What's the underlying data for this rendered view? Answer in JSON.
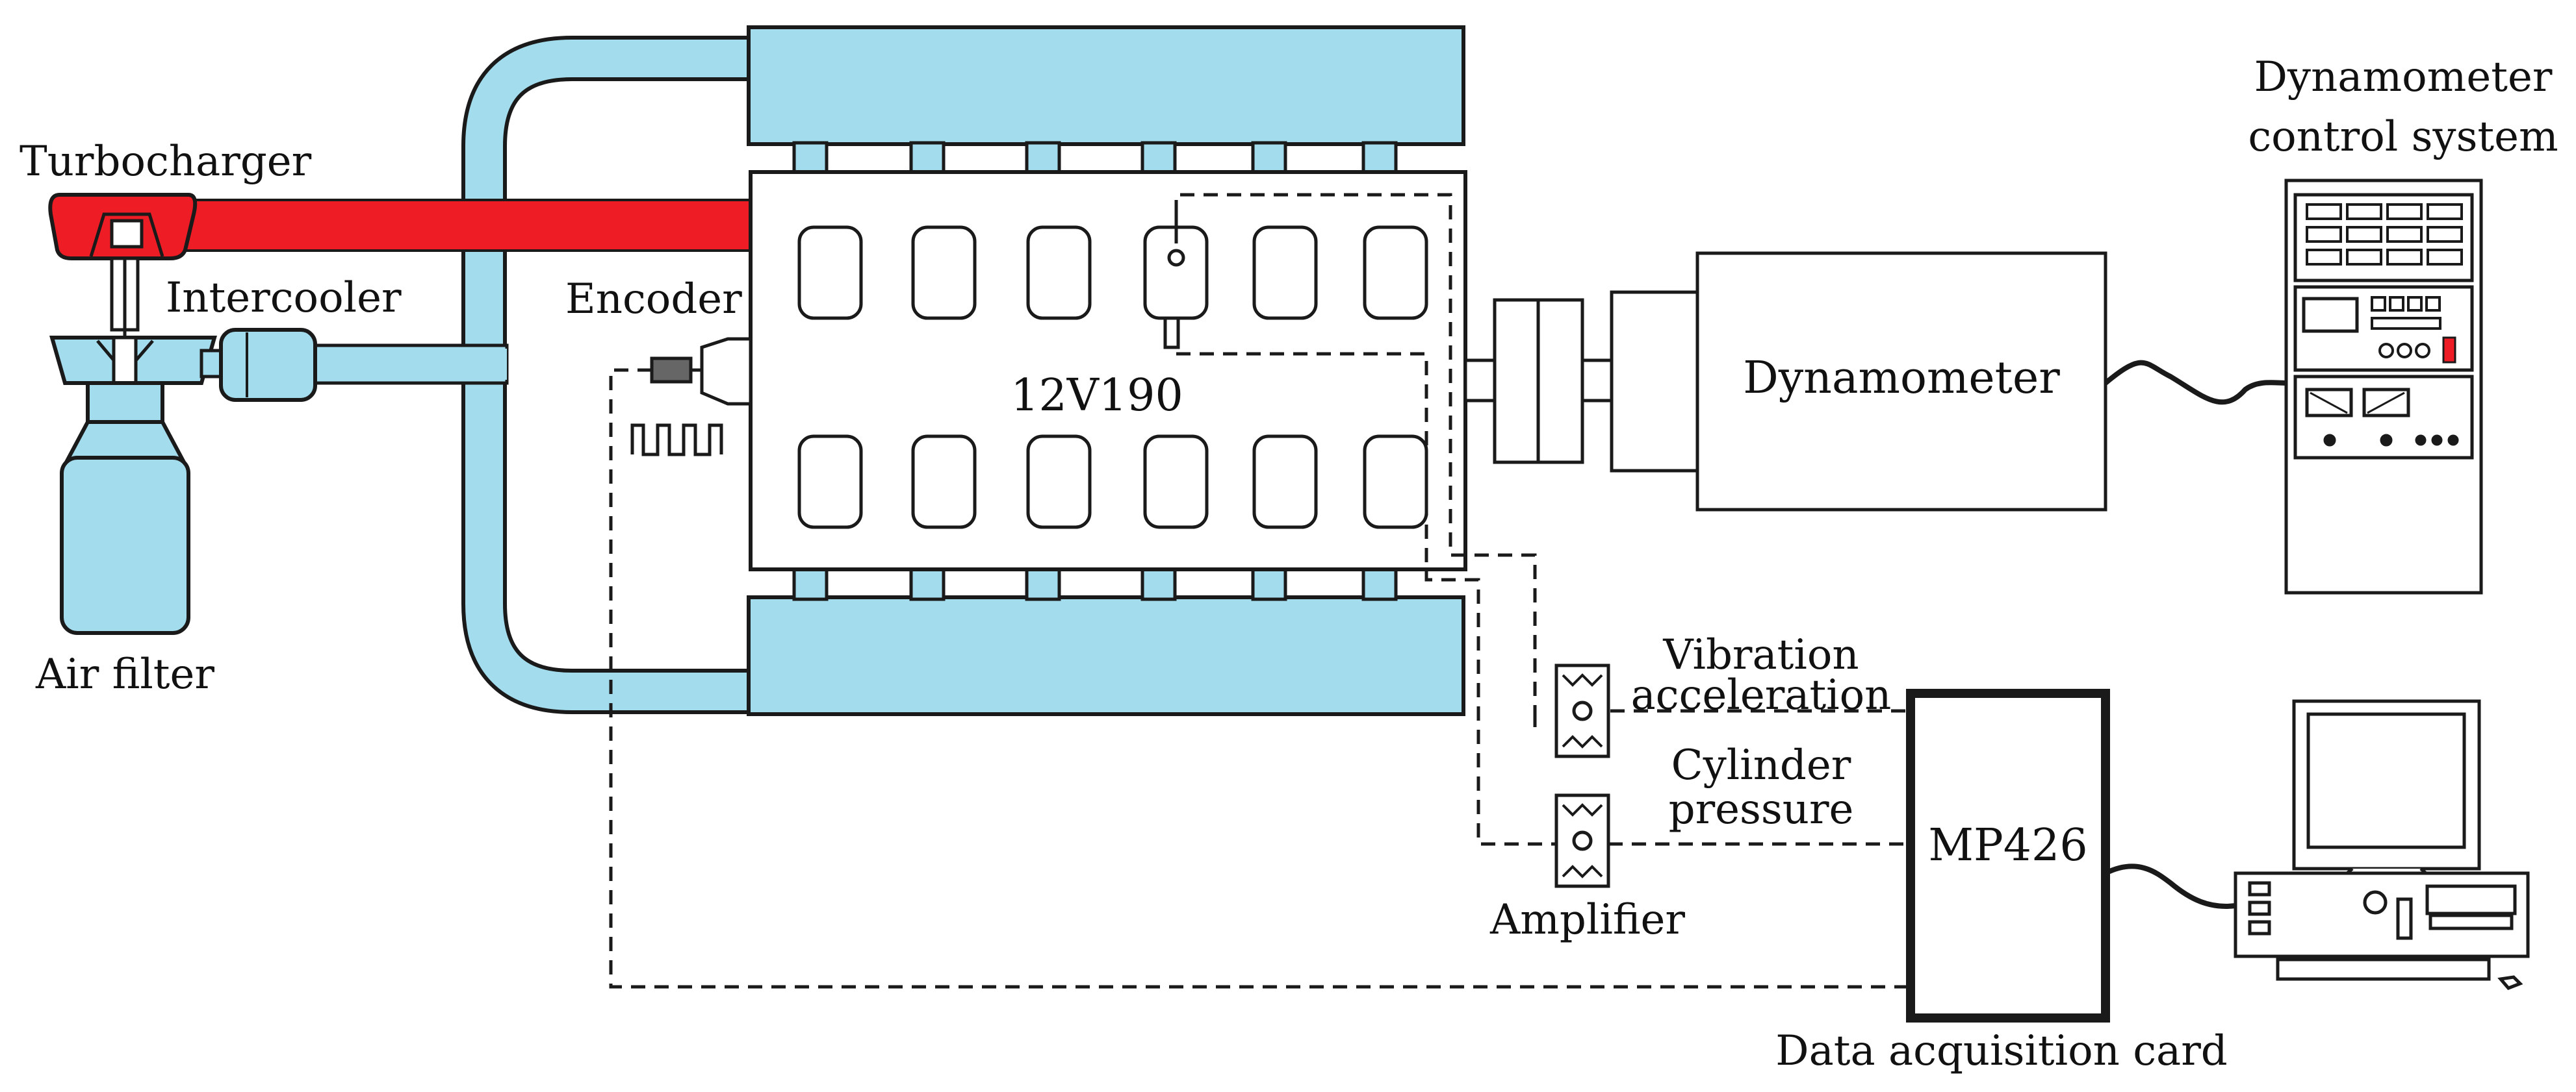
{
  "labels": {
    "turbocharger": "Turbocharger",
    "intercooler": "Intercooler",
    "air_filter": "Air filter",
    "encoder": "Encoder",
    "engine": "12V190",
    "dynamometer": "Dynamometer",
    "dyno_control_line1": "Dynamometer",
    "dyno_control_line2": "control system",
    "vibration_line1": "Vibration",
    "vibration_line2": "acceleration",
    "cylinder_line1": "Cylinder",
    "cylinder_line2": "pressure",
    "amplifier": "Amplifier",
    "daq": "MP426",
    "daq_caption": "Data acquisition card"
  },
  "colors": {
    "air_path": "#a3dced",
    "exhaust": "#ee1c25",
    "outline": "#1a1a1a",
    "background": "#ffffff"
  }
}
